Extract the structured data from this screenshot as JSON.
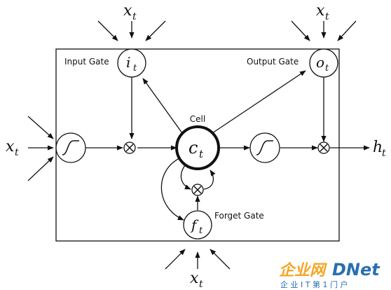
{
  "labels": {
    "input_gate": "Input Gate",
    "output_gate": "Output Gate",
    "forget_gate": "Forget Gate",
    "cell": "Cell"
  },
  "symbols": {
    "x_top_left": {
      "base": "x",
      "sub": "t"
    },
    "x_top_right": {
      "base": "x",
      "sub": "t"
    },
    "x_left": {
      "base": "x",
      "sub": "t"
    },
    "x_bottom": {
      "base": "x",
      "sub": "t"
    },
    "h_out": {
      "base": "h",
      "sub": "t"
    },
    "i_gate": {
      "base": "i",
      "sub": "t"
    },
    "o_gate": {
      "base": "o",
      "sub": "t"
    },
    "f_gate": {
      "base": "f",
      "sub": "t"
    },
    "c_cell": {
      "base": "c",
      "sub": "t"
    }
  },
  "watermark": {
    "brand_cn": "企业网",
    "brand_en": "DNet",
    "tagline": "企 业 I T 第 1 门 户"
  },
  "colors": {
    "line": "#111111",
    "watermark_orange": "#f5a623",
    "watermark_blue": "#2a6fb0"
  }
}
